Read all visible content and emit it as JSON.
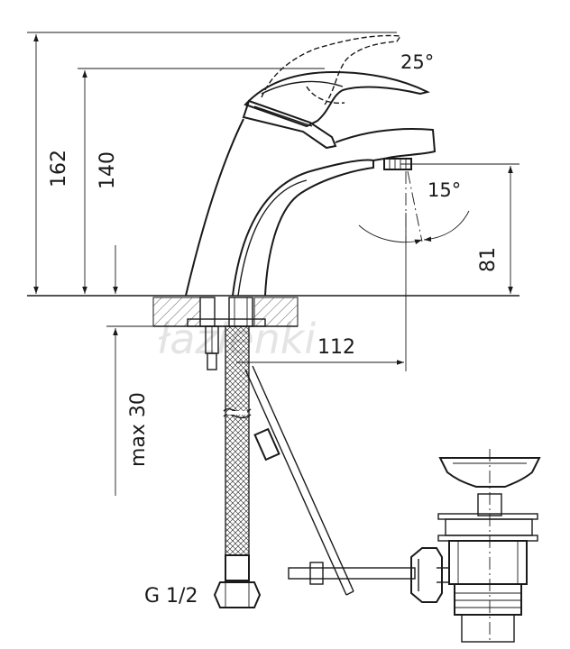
{
  "watermark": "łazienki",
  "dimensions": {
    "overall_height": "162",
    "spout_height_top": "140",
    "outlet_height": "81",
    "reach": "112",
    "max_worktop": "max 30",
    "lever_angle": "25°",
    "spout_angle": "15°"
  },
  "connection_label": "G 1/2"
}
